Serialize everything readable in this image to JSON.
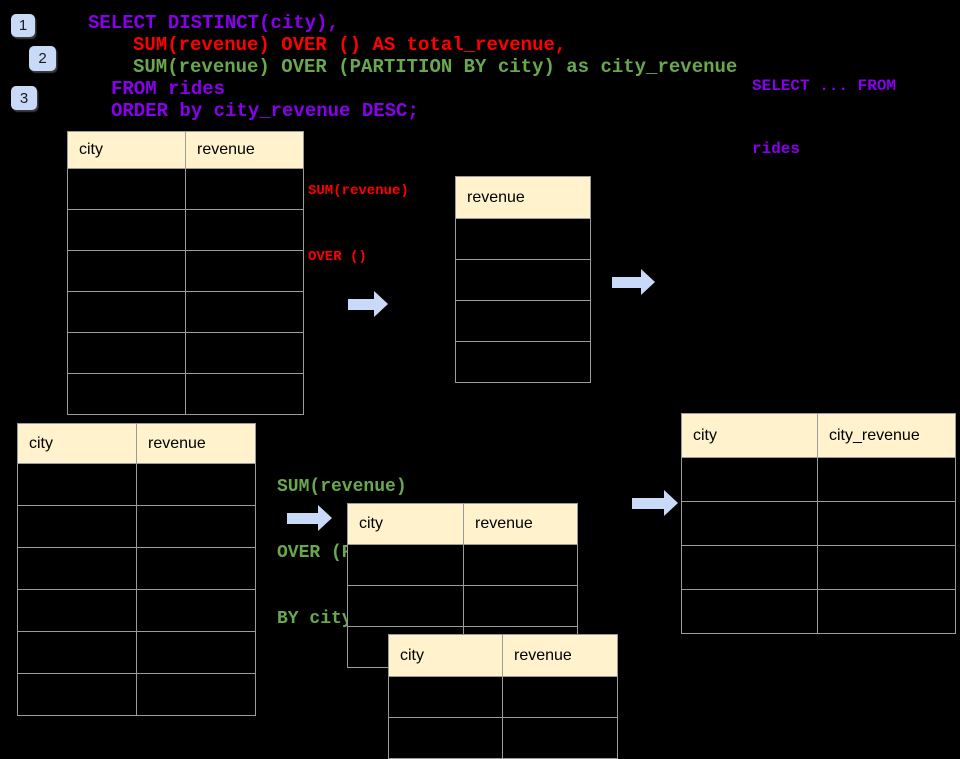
{
  "colors": {
    "background": "#000000",
    "purple": "#8800EE",
    "red": "#FF0000",
    "green": "#6AA84F",
    "table_header_bg": "#FFF2CC",
    "table_border": "#9B9B9B",
    "arrow_blue": "#C9DAF8",
    "badge_blue": "#C9DAF8"
  },
  "steps": [
    {
      "label": "1"
    },
    {
      "label": "2"
    },
    {
      "label": "3"
    }
  ],
  "sql_code": {
    "lines": [
      {
        "text": "SELECT DISTINCT(city),",
        "color": "#8800EE"
      },
      {
        "text": "SUM(revenue) OVER () AS total_revenue,",
        "color": "#FF0000"
      },
      {
        "text": "SUM(revenue) OVER (PARTITION BY city) as city_revenue",
        "color": "#6AA84F"
      },
      {
        "text": "FROM rides",
        "color": "#8800EE"
      },
      {
        "text": "ORDER by city_revenue DESC;",
        "color": "#8800EE"
      }
    ]
  },
  "from_note": {
    "line1": "SELECT ... FROM",
    "line2": "rides",
    "color": "#8800EE"
  },
  "total_label": {
    "line1": "SUM(revenue)",
    "line2": "OVER ()",
    "color": "#FF0000"
  },
  "partition_label": {
    "line1": "SUM(revenue)",
    "line2": "OVER (PARTITION",
    "line3": "BY city)",
    "color": "#6AA84F"
  },
  "tables": {
    "source_top": {
      "headers": [
        "city",
        "revenue"
      ],
      "row_count": 6,
      "rows_empty": true
    },
    "total_result": {
      "headers": [
        "revenue"
      ],
      "row_count": 4,
      "rows_empty": true
    },
    "source_bottom": {
      "headers": [
        "city",
        "revenue"
      ],
      "row_count": 6,
      "rows_empty": true
    },
    "partition_mid": {
      "headers": [
        "city",
        "revenue"
      ],
      "row_count": 3,
      "rows_empty": true
    },
    "partition_overlay": {
      "headers": [
        "city",
        "revenue"
      ],
      "row_count": 2,
      "rows_empty": true
    },
    "final_result": {
      "headers": [
        "city",
        "city_revenue"
      ],
      "row_count": 4,
      "rows_empty": true
    }
  }
}
